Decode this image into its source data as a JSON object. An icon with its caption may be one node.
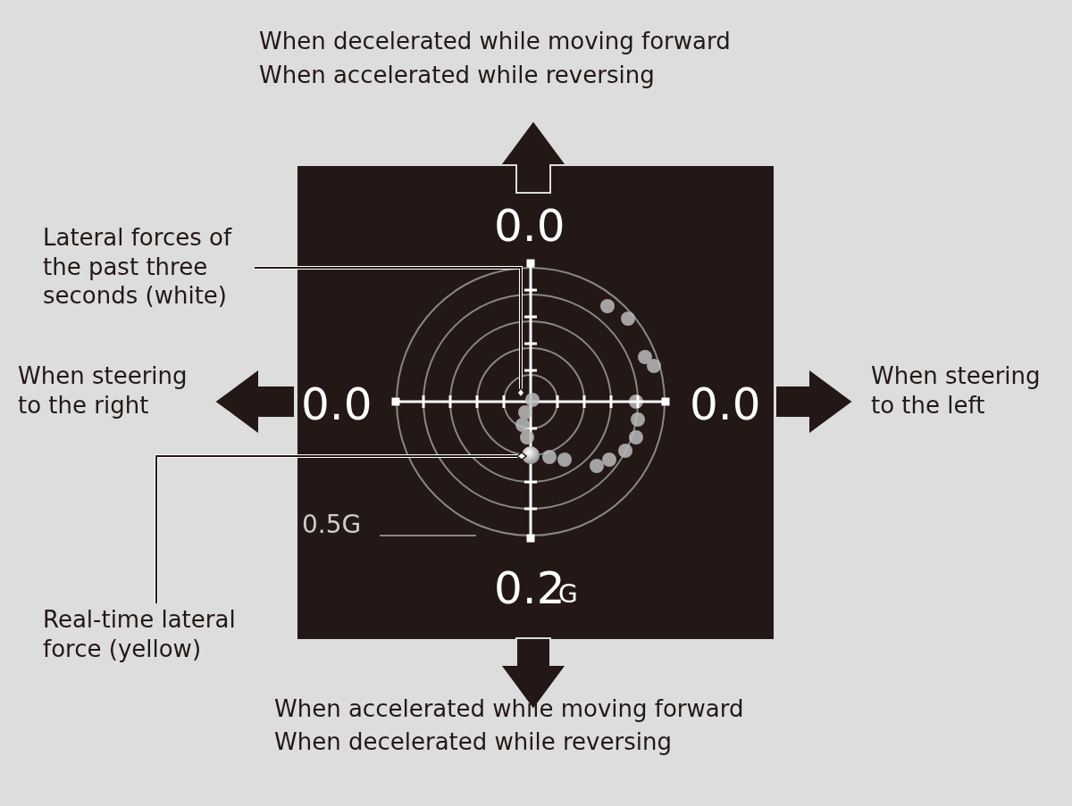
{
  "diagram": {
    "nodes": [
      {
        "text": [
          "Lateral forces of the past three seconds (white)"
        ]
      },
      {
        "text": [
          "Real-time lateral force (yellow)"
        ]
      },
      {
        "text": [],
        "shape": "picture"
      },
      {
        "text": [],
        "shape": "circle"
      }
    ],
    "edges": [
      {
        "from": 0,
        "to": 2,
        "arrow": "other"
      },
      {
        "from": 1,
        "to": 3,
        "arrow": "other"
      }
    ],
    "labels": [
      "When decelerated while moving forward",
      "When accelerated while reversing",
      "0.0",
      "When steering to the right",
      "0.0",
      "0.0",
      "When steering to the left",
      "0.5G",
      "0.2",
      "G",
      "When accelerated while moving forward",
      "When decelerated while reversing"
    ]
  }
}
